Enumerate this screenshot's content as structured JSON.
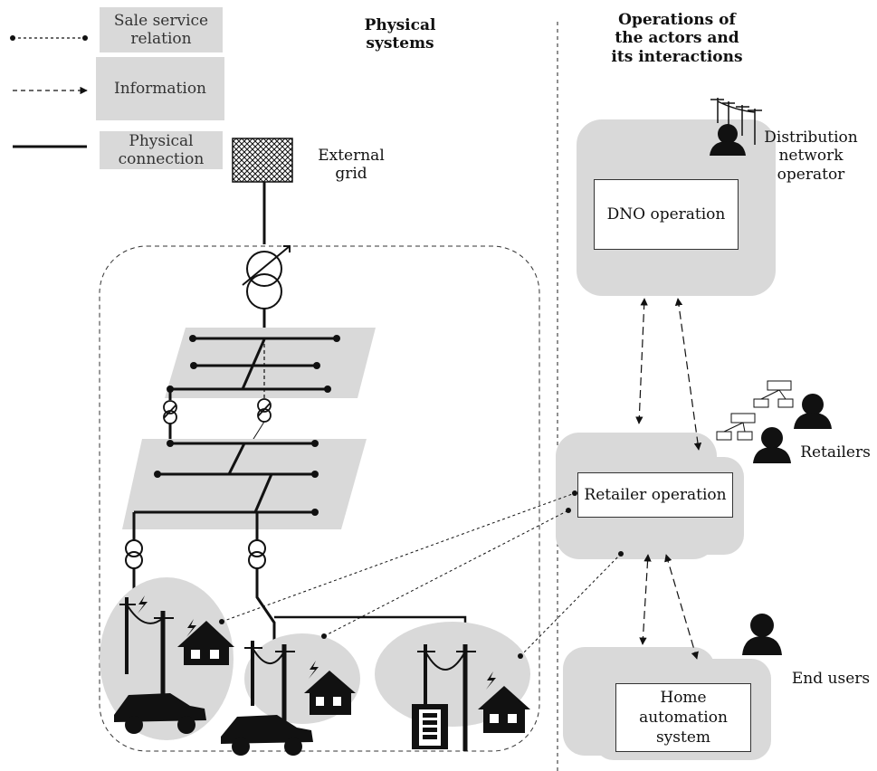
{
  "legend": {
    "sale_service_relation": "Sale service relation",
    "information": "Information",
    "physical_connection": "Physical connection"
  },
  "headings": {
    "physical_systems": "Physical systems",
    "operations": "Operations of the actors and its interactions"
  },
  "labels": {
    "external_grid": "External grid",
    "dno_actor": "Distribution network operator",
    "retailers": "Retailers",
    "end_users": "End users"
  },
  "operations": {
    "dno_operation": "DNO operation",
    "retailer_operation": "Retailer operation",
    "home_automation": "Home automation system"
  },
  "colors": {
    "gray_fill": "#d9d9d9",
    "line": "#111111"
  }
}
